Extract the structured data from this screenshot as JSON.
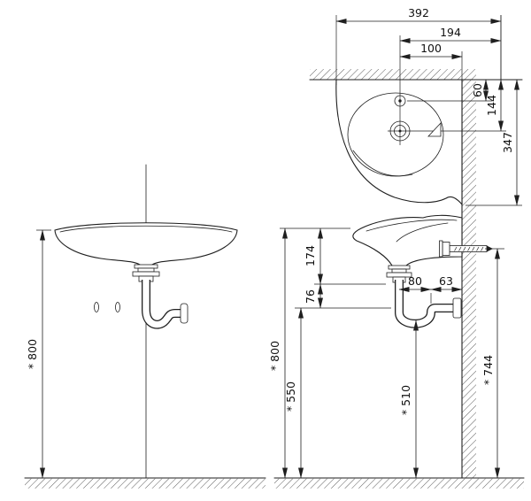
{
  "plan": {
    "overall_width": "392",
    "center_to_edge": "194",
    "faucet_to_wall": "100",
    "wall_to_faucet_depth": "60",
    "wall_to_drain_depth": "144",
    "overall_depth": "347"
  },
  "front": {
    "rim_height": "* 800"
  },
  "side": {
    "rim_to_drain_bottom": "174",
    "drain_to_outlet": "76",
    "trap_width": "80",
    "trap_to_wall": "63",
    "rim_height": "* 800",
    "outlet_height": "* 550",
    "pipe_height": "* 510",
    "bracket_height": "* 744"
  },
  "colors": {
    "line": "#1f1f1f",
    "hatch": "#4a4a4a",
    "background": "#ffffff"
  }
}
